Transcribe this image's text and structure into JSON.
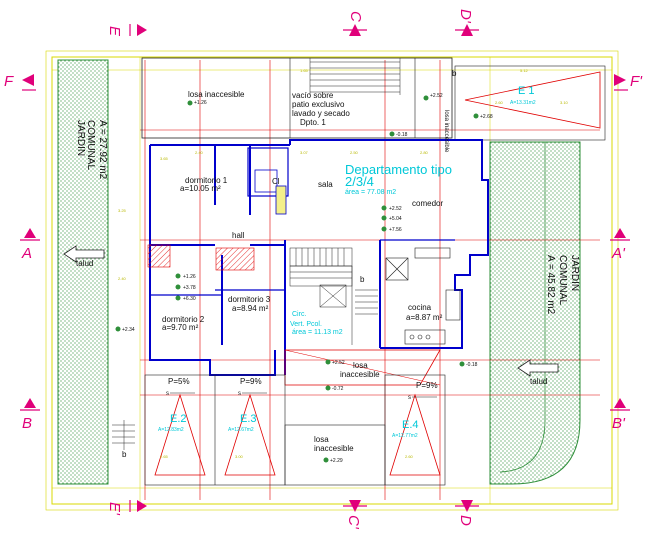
{
  "rooms": {
    "title": "Departamento tipo",
    "subtitle": "2/3/4",
    "area": "área = 77.08 m2",
    "dorm1": "dormitorio 1",
    "dorm1_area": "a=10.05 m²",
    "dorm2": "dormitorio 2",
    "dorm2_area": "a=9.70 m²",
    "dorm3": "dormitorio 3",
    "dorm3_area": "a=8.94 m²",
    "sala": "sala",
    "comedor": "comedor",
    "hall": "hall",
    "cocina": "cocina",
    "cocina_area": "a=8.87 m²",
    "closet": "Cl",
    "circ1": "Circ.",
    "circ2": "Vert. Pcol.",
    "circ_area": "área = 11.13 m2",
    "losa_top": "losa inaccesible",
    "vacio1": "vacío sobre",
    "vacio2": "patio exclusivo",
    "vacio3": "lavado y secado",
    "vacio4": "Dpto. 1",
    "losa_vert": "losa inaccesible",
    "losa_mid1": "losa",
    "losa_mid2": "inaccesible",
    "losa_bot1": "losa",
    "losa_bot2": "inaccesible"
  },
  "gardens": {
    "left1": "JARDIN",
    "left2": "COMUNAL",
    "left3": "A = 27.92 m2",
    "right1": "JARDIN",
    "right2": "COMUNAL",
    "right3": "A = 45.82 m2"
  },
  "slopes": {
    "left": "talud",
    "right": "talud"
  },
  "parking": {
    "e1": "E 1",
    "e1_area": "A=13.31m2",
    "e2": "E.2",
    "e2_area": "A=12.83m2",
    "e3": "E.3",
    "e3_area": "A=12.67m2",
    "e4": "E.4",
    "e4_area": "A=12.77m2",
    "p1": "P=5%",
    "p2": "P=9%",
    "p3": "P=9%",
    "s1": "s",
    "s2": "s",
    "s3": "s"
  },
  "levels": {
    "l1": "+1.26",
    "l2": "+3.78",
    "l3": "+6.30",
    "l4": "+2.52",
    "l5": "+5.04",
    "l6": "+7.56",
    "l7": "+1.26",
    "l8": "+2.52",
    "l9": "-0.72",
    "l10": "-0.18",
    "l11": "-0.18",
    "l12": "+2.34",
    "l13": "+2.29",
    "l14": "+2.68",
    "l15": "+2.52"
  },
  "stairs": {
    "b1": "b",
    "b2": "b",
    "b3": "b"
  },
  "sections": {
    "E_top": "E",
    "E_bot": "E'",
    "C_top": "C",
    "C_bot": "C'",
    "D_top": "D'",
    "D_bot": "D",
    "F_left": "F",
    "F_right": "F'",
    "A_left": "A",
    "A_right": "A'",
    "B_left": "B",
    "B_right": "B'"
  },
  "dims": {
    "d1": "2.40",
    "d2": "3.65",
    "d3": "3.07",
    "d4": "2.50",
    "d5": "2.80",
    "d6": "3.25",
    "d7": "2.40",
    "d8": "2.65",
    "d9": "3.00",
    "d10": "5.12",
    "d11": "3.10",
    "d12": "2.60",
    "d13": "2.60",
    "d14": "1.65"
  },
  "colors": {
    "wall": "#0000cc",
    "dimension": "#d8d800",
    "axis": "#e00000",
    "section": "#e0007a",
    "garden": "#2f8f3a",
    "text_cyan": "#00c8d8"
  }
}
